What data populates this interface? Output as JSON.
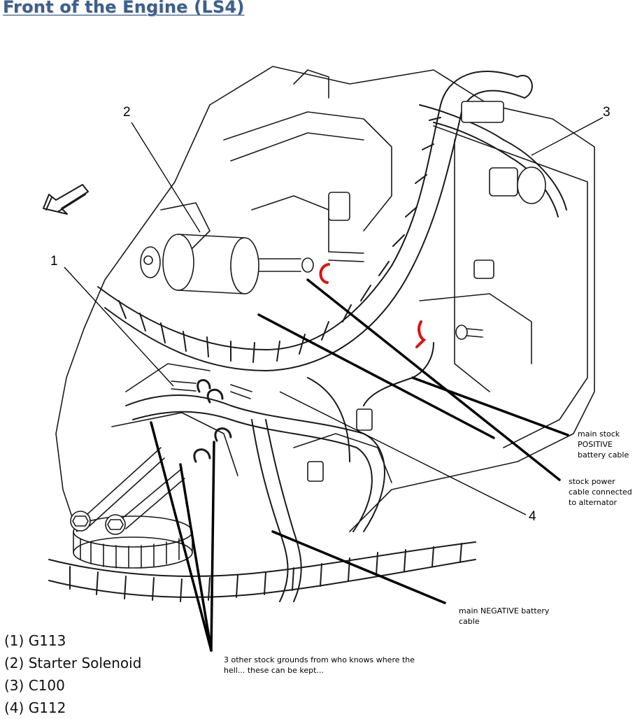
{
  "title": "Front of the Engine (LS4)",
  "callout_numbers": [
    "1",
    "2",
    "3",
    "4"
  ],
  "legend": [
    {
      "num": "(1)",
      "label": "G113"
    },
    {
      "num": "(2)",
      "label": "Starter Solenoid"
    },
    {
      "num": "(3)",
      "label": "C100"
    },
    {
      "num": "(4)",
      "label": "G112"
    }
  ],
  "annotations": {
    "positive_cable": [
      "main stock",
      "POSITIVE",
      "battery cable"
    ],
    "power_cable": [
      "stock power",
      "cable connected",
      "to alternator"
    ],
    "negative_cable": [
      "main NEGATIVE battery",
      "cable"
    ],
    "other_grounds": [
      "3 other stock grounds from who knows where the",
      "hell... these can be kept..."
    ]
  },
  "colors": {
    "title": "#3f5f8a",
    "line_art": "#1a1a1a",
    "highlight_terminal": "#e01010",
    "annotation_line": "#000000"
  }
}
